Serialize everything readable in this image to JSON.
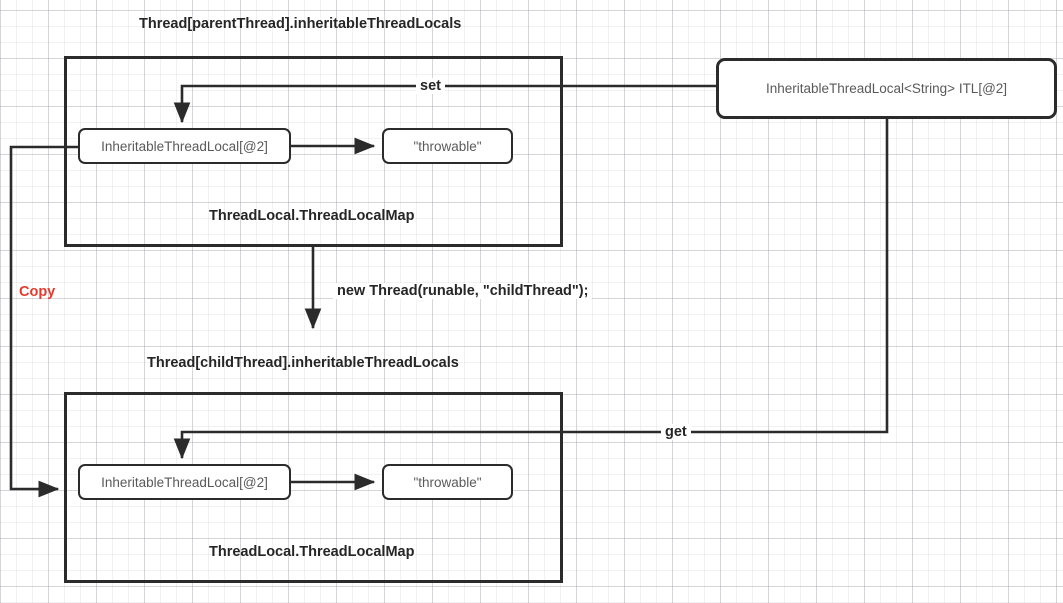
{
  "diagram": {
    "title_parent": "Thread[parentThread].inheritableThreadLocals",
    "title_child": "Thread[childThread].inheritableThreadLocals",
    "map_label_parent": "ThreadLocal.ThreadLocalMap",
    "map_label_child": "ThreadLocal.ThreadLocalMap",
    "parent_key_box": "InheritableThreadLocal[@2]",
    "parent_value_box": "\"throwable\"",
    "child_key_box": "InheritableThreadLocal[@2]",
    "child_value_box": "\"throwable\"",
    "itl_instance_box": "InheritableThreadLocal<String> ITL[@2]",
    "edge_set": "set",
    "edge_get": "get",
    "edge_new_thread": "new Thread(runable, \"childThread\");",
    "edge_copy": "Copy",
    "colors": {
      "stroke": "#2b2b2b",
      "box_text": "#5a5a5a",
      "label_text": "#262626",
      "copy_accent": "#e8392c",
      "background": "#ffffff",
      "grid_minor": "rgba(150,150,160,0.13)",
      "grid_major": "rgba(150,150,160,0.30)"
    }
  }
}
